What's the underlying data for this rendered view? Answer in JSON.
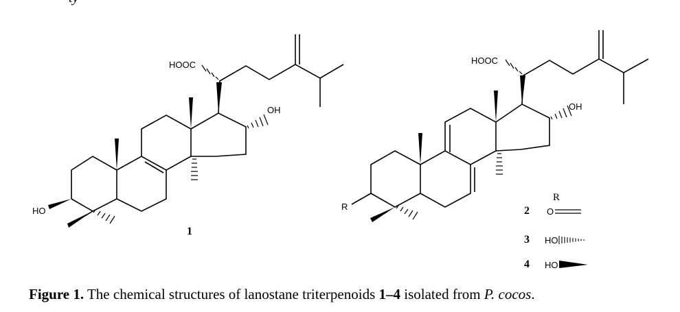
{
  "top_fragment": "ty",
  "compounds": {
    "c1": {
      "number": "1",
      "cooh": "HOOC",
      "oh": "OH",
      "ho": "HO"
    },
    "c2": {
      "cooh": "HOOC",
      "oh": "OH",
      "r": "R"
    }
  },
  "substituent_table": {
    "header": "R",
    "rows": [
      {
        "number": "2",
        "group": "O"
      },
      {
        "number": "3",
        "group": "HO"
      },
      {
        "number": "4",
        "group": "HO"
      }
    ]
  },
  "caption": {
    "label": "Figure 1.",
    "text_before": " The chemical structures of lanostane triterpenoids ",
    "range": "1–4",
    "text_middle": " isolated from ",
    "species": "P. cocos",
    "text_end": "."
  }
}
